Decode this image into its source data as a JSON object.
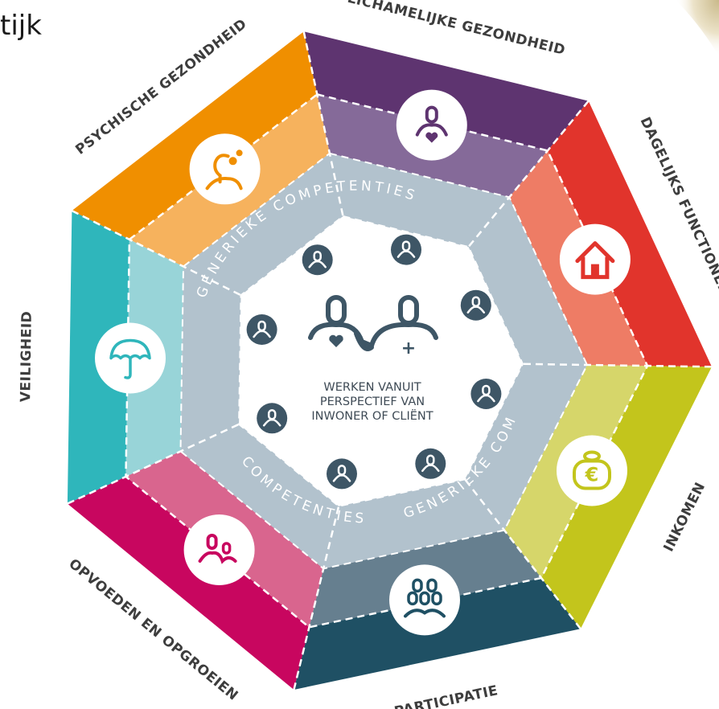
{
  "slide": {
    "partial_title": "tijk"
  },
  "domains": [
    {
      "id": "lichamelijke-gezondheid",
      "label": "LICHAMELIJKE GEZONDHEID",
      "icon": "person-heart-icon",
      "outer_color": "#5e3470",
      "inner_color": "#856a99"
    },
    {
      "id": "dagelijks-functioneren",
      "label": "DAGELIJKS FUNCTIONEREN",
      "icon": "house-icon",
      "outer_color": "#e1342c",
      "inner_color": "#ee7c65"
    },
    {
      "id": "inkomen",
      "label": "INKOMEN",
      "icon": "money-bag-icon",
      "outer_color": "#c3c51c",
      "inner_color": "#d6d66a"
    },
    {
      "id": "participatie",
      "label": "PARTICIPATIE",
      "icon": "group-icon",
      "outer_color": "#1f5064",
      "inner_color": "#667f8f"
    },
    {
      "id": "opvoeden-en-opgroeien",
      "label": "OPVOEDEN EN OPGROEIEN",
      "icon": "parent-child-icon",
      "outer_color": "#c8065f",
      "inner_color": "#d9658e"
    },
    {
      "id": "veiligheid",
      "label": "VEILIGHEID",
      "icon": "umbrella-icon",
      "outer_color": "#2fb6bb",
      "inner_color": "#98d4d8"
    },
    {
      "id": "psychische-gezondheid",
      "label": "PSYCHISCHE GEZONDHEID",
      "icon": "head-gears-icon",
      "outer_color": "#f08f00",
      "inner_color": "#f6b25d"
    }
  ],
  "ring": {
    "text_top": "GENERIEKE COMPETENTIES",
    "text_bottom_left": "COMPETENTIES",
    "text_bottom_right": "GENERIEKE COMPETENTIES",
    "color": "#b2c2cd"
  },
  "center": {
    "lines": [
      "WERKEN VANUIT",
      "PERSPECTIEF VAN",
      "INWONER OF CLIËNT"
    ],
    "icon": "client-professional-icon",
    "person_icon_count": 8,
    "accent_color": "#3e5666"
  }
}
